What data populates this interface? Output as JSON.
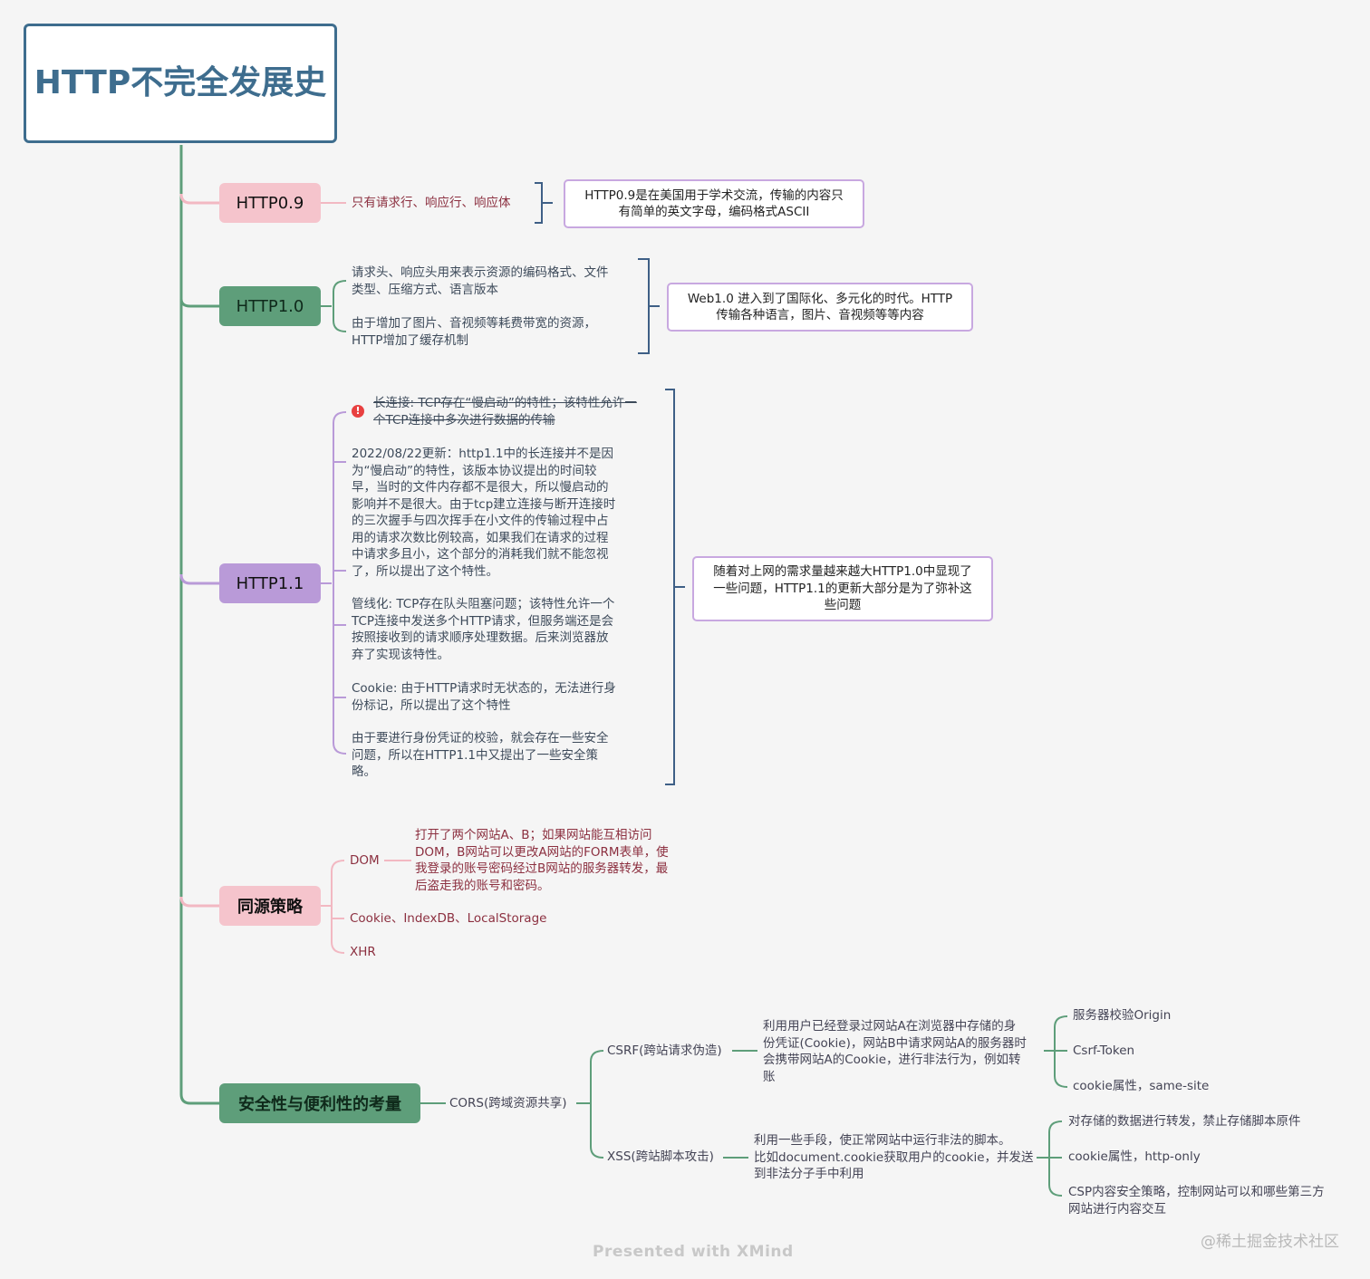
{
  "root": {
    "title": "HTTP不完全发展史"
  },
  "http09": {
    "label": "HTTP0.9",
    "detail": "只有请求行、响应行、响应体",
    "note": "HTTP0.9是在美国用于学术交流，传输的内容只\n有简单的英文字母，编码格式ASCII"
  },
  "http10": {
    "label": "HTTP1.0",
    "items": [
      "请求头、响应头用来表示资源的编码格式、文件\n类型、压缩方式、语言版本",
      "由于增加了图片、音视频等耗费带宽的资源，\nHTTP增加了缓存机制"
    ],
    "note": "Web1.0 进入到了国际化、多元化的时代。HTTP\n传输各种语言，图片、音视频等等内容"
  },
  "http11": {
    "label": "HTTP1.1",
    "alert_icon": "alert-icon",
    "struck": "长连接: TCP存在“慢启动”的特性；该特性允许一\n个TCP连接中多次进行数据的传输",
    "update": "2022/08/22更新：http1.1中的长连接并不是因\n为“慢启动”的特性，该版本协议提出的时间较\n早，当时的文件内存都不是很大，所以慢启动的\n影响并不是很大。由于tcp建立连接与断开连接时\n的三次握手与四次挥手在小文件的传输过程中占\n用的请求次数比例较高，如果我们在请求的过程\n中请求多且小，这个部分的消耗我们就不能忽视\n了，所以提出了这个特性。",
    "pipeline": "管线化: TCP存在队头阻塞问题；该特性允许一个\nTCP连接中发送多个HTTP请求，但服务端还是会\n按照接收到的请求顺序处理数据。后来浏览器放\n弃了实现该特性。",
    "cookie": "Cookie: 由于HTTP请求时无状态的，无法进行身\n份标记，所以提出了这个特性",
    "security": "由于要进行身份凭证的校验，就会存在一些安全\n问题，所以在HTTP1.1中又提出了一些安全策\n略。",
    "note": "随着对上网的需求量越来越大HTTP1.0中显现了\n一些问题，HTTP1.1的更新大部分是为了弥补这\n些问题"
  },
  "sop": {
    "label": "同源策略",
    "dom": "DOM",
    "dom_detail": "打开了两个网站A、B；如果网站能互相访问\nDOM，B网站可以更改A网站的FORM表单，使\n我登录的账号密码经过B网站的服务器转发，最\n后盗走我的账号和密码。",
    "storage": "Cookie、IndexDB、LocalStorage",
    "xhr": "XHR"
  },
  "security": {
    "label": "安全性与便利性的考量",
    "cors": "CORS(跨域资源共享)",
    "csrf": {
      "label": "CSRF(跨站请求伪造)",
      "detail": "利用用户已经登录过网站A在浏览器中存储的身\n份凭证(Cookie)，网站B中请求网站A的服务器时\n会携带网站A的Cookie，进行非法行为，例如转\n账",
      "defenses": [
        "服务器校验Origin",
        "Csrf-Token",
        "cookie属性，same-site"
      ]
    },
    "xss": {
      "label": "XSS(跨站脚本攻击)",
      "detail": "利用一些手段，使正常网站中运行非法的脚本。\n比如document.cookie获取用户的cookie，并发送\n到非法分子手中利用",
      "defenses": [
        "对存储的数据进行转发，禁止存储脚本原件",
        "cookie属性，http-only",
        "CSP内容安全策略，控制网站可以和哪些第三方\n网站进行内容交互"
      ]
    }
  },
  "footer": "Presented with XMind",
  "watermark": "@稀土掘金技术社区",
  "colors": {
    "root_border": "#3e6d8e",
    "trunk": "#5e9e7a",
    "pink": "#f5c4cc",
    "green": "#5e9e7a",
    "purple": "#b99ad8",
    "bracket": "#3e5f86"
  }
}
